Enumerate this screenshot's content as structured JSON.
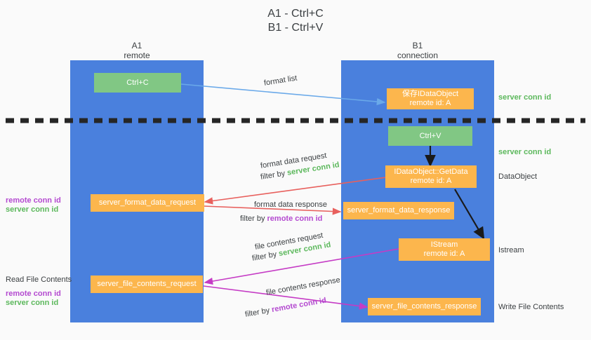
{
  "title": {
    "line1": "A1 - Ctrl+C",
    "line2": "B1 - Ctrl+V"
  },
  "colors": {
    "lane": "#4a80dd",
    "node_green": "#81c784",
    "node_orange": "#fcb64d",
    "server_conn": "#5cb85c",
    "remote_conn": "#b44ad0",
    "arrow_blue": "#6aa9e9",
    "arrow_red": "#e8605d",
    "arrow_magenta": "#c53bc5",
    "arrow_black": "#1a1a1a",
    "background": "#fafafa"
  },
  "columns": [
    {
      "id": "a1",
      "name": "A1",
      "sub": "remote"
    },
    {
      "id": "b1",
      "name": "B1",
      "sub": "connection"
    }
  ],
  "nodes": {
    "ctrl_c": "Ctrl+C",
    "ctrl_v": "Ctrl+V",
    "save_dataobject": "保存IDataObject\nremote id: A",
    "getdata": "IDataObject::GetData\nremote id: A",
    "istream": "IStream\nremote id: A",
    "server_format_data_request": "server_format_data_request",
    "server_format_data_response": "server_format_data_response",
    "server_file_contents_request": "server_file_contents_request",
    "server_file_contents_response": "server_file_contents_response"
  },
  "edges": {
    "format_list": "format list",
    "format_data_request": "format data request",
    "format_data_request_filter_prefix": "filter by ",
    "format_data_request_filter_value": "server conn id",
    "format_data_response": "format data response",
    "format_data_response_filter_prefix": "filter by ",
    "format_data_response_filter_value": "remote conn id",
    "file_contents_request": "file contents request",
    "file_contents_request_filter_prefix": "filter by ",
    "file_contents_request_filter_value": "server conn id",
    "file_contents_response": "file contents response",
    "file_contents_response_filter_prefix": "filter by ",
    "file_contents_response_filter_value": "remote conn id"
  },
  "annotations": {
    "right_server_conn_top": "server conn id",
    "right_server_conn_second": "server conn id",
    "right_dataobject": "DataObject",
    "right_istream": "Istream",
    "right_write_file_contents": "Write File Contents",
    "left_remote_conn_mid": "remote conn id",
    "left_server_conn_mid": "server conn id",
    "left_read_file_contents": "Read File Contents",
    "left_remote_conn_low": "remote conn id",
    "left_server_conn_low": "server conn id"
  }
}
